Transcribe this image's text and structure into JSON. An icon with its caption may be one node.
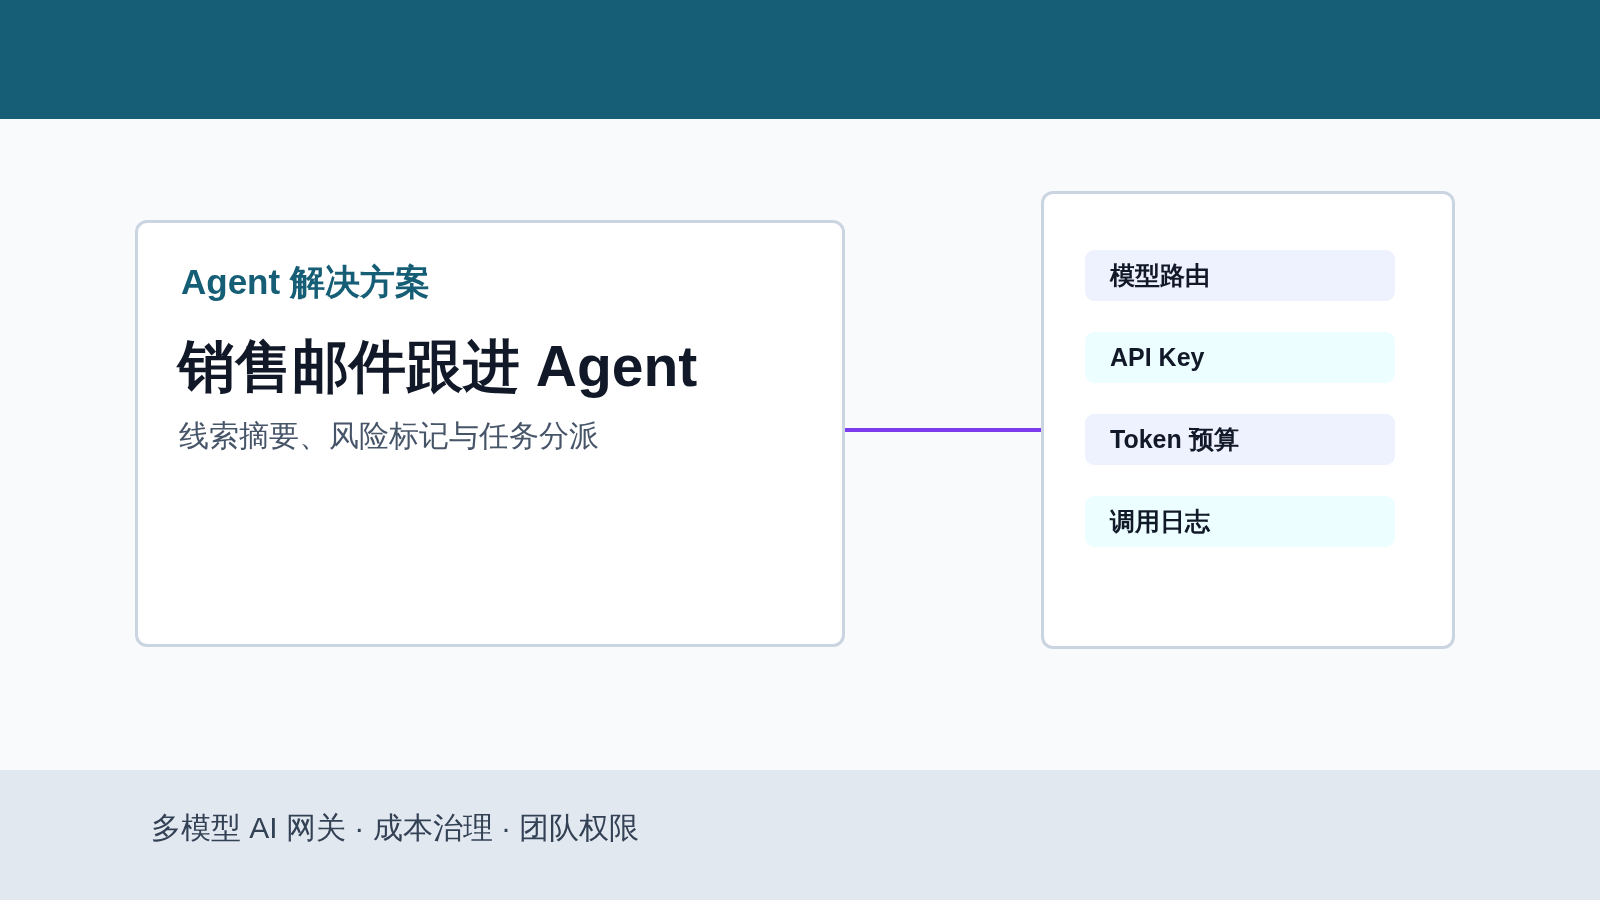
{
  "diagram": {
    "nodes": [
      {
        "text": [
          "Agent 解决方案",
          "销售邮件跟进 Agent",
          "线索摘要、风险标记与任务分派"
        ]
      },
      {
        "text": [],
        "shape": "box"
      },
      {
        "text": [
          "模型路由"
        ],
        "in": 1
      },
      {
        "text": [
          "API Key"
        ],
        "in": 1
      },
      {
        "text": [
          "Token 预算"
        ],
        "in": 1
      },
      {
        "text": [
          "调用日志"
        ],
        "in": 1
      }
    ],
    "edges": [
      {
        "from": 0,
        "to": 1,
        "arrow": "none"
      }
    ],
    "labels": [
      "多模型 AI 网关 · 成本治理 · 团队权限"
    ]
  }
}
